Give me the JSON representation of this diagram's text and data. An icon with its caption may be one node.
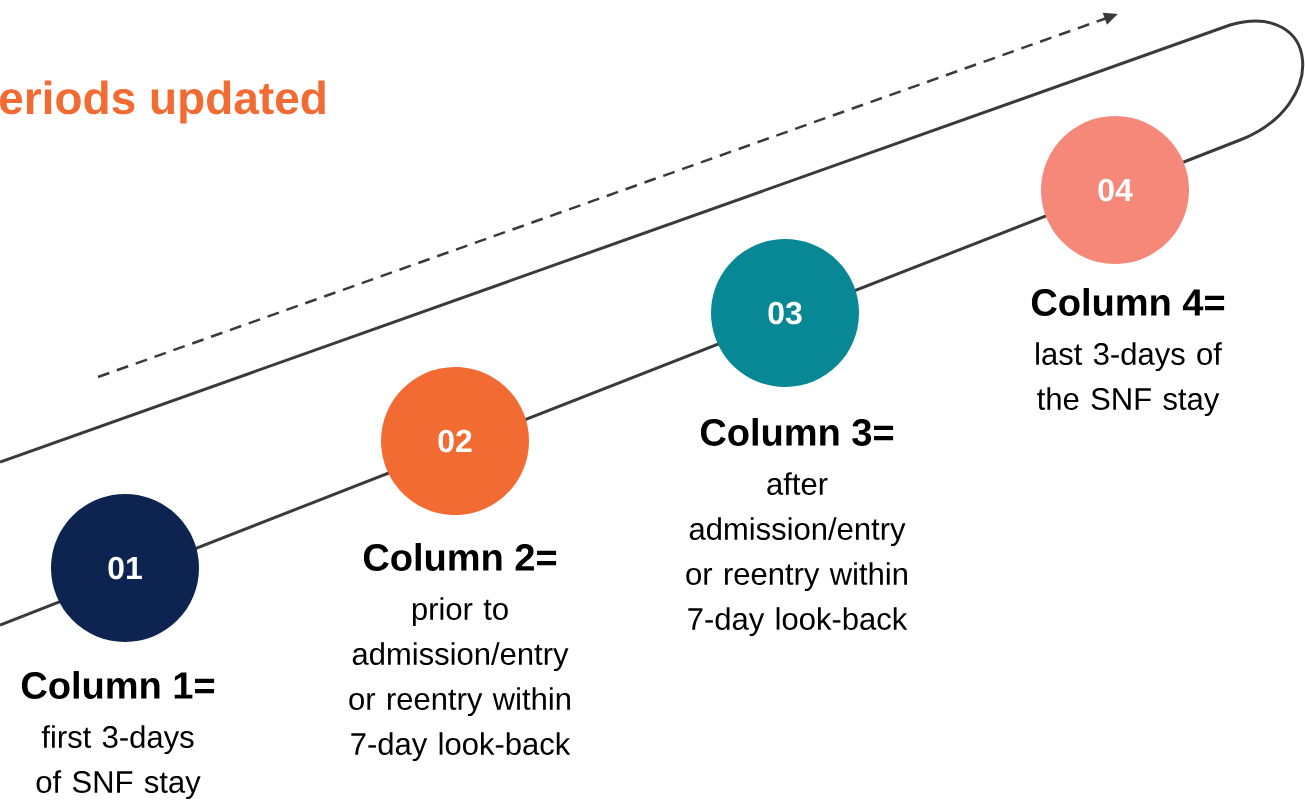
{
  "diagram": {
    "title": "eriods updated",
    "nodes": [
      {
        "text": [
          "01"
        ],
        "beside": [
          "Column 1=",
          "first 3-days of SNF stay"
        ]
      },
      {
        "text": [
          "02"
        ],
        "beside": [
          "Column 2=",
          "prior to admission/entry or reentry within 7-day look-back"
        ]
      },
      {
        "text": [
          "03"
        ],
        "beside": [
          "Column 3=",
          "after admission/entry or reentry within 7-day look-back"
        ]
      },
      {
        "text": [
          "04"
        ],
        "beside": [
          "Column 4=",
          "last 3-days of the SNF stay"
        ]
      }
    ]
  }
}
